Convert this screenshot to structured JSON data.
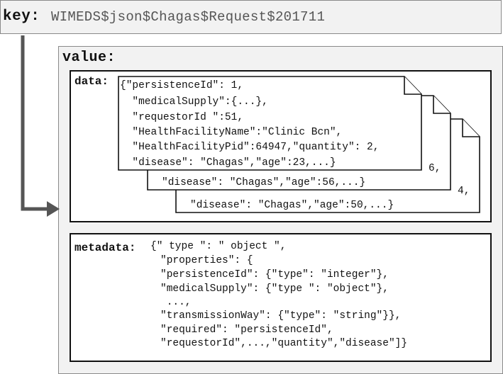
{
  "key": {
    "label": "key:",
    "value": "WIMEDS$json$Chagas$Request$201711"
  },
  "value": {
    "label": "value:",
    "data": {
      "label": "data:",
      "document_front": [
        "{\"persistenceId\": 1,",
        "  \"medicalSupply\":{...},",
        "  \"requestorId \":51,",
        "  \"HealthFacilityName\":\"Clinic Bcn\",",
        "  \"HealthFacilityPid\":64947,\"quantity\": 2,",
        "  \"disease\": \"Chagas\",\"age\":23,...}"
      ],
      "document_middle": {
        "partial_quantity": "6,",
        "disease_line": "\"disease\": \"Chagas\",\"age\":56,...}"
      },
      "document_back": {
        "partial_quantity": "4,",
        "disease_line": "\"disease\": \"Chagas\",\"age\":50,...}"
      }
    },
    "metadata": {
      "label": "metadata:",
      "lines": [
        "{\" type \": \" object \",",
        "\"properties\": {",
        "\"persistenceId\": {\"type\": \"integer\"},",
        "\"medicalSupply\": {\"type \": \"object\"},",
        " ...,",
        "\"transmissionWay\": {\"type\": \"string\"}},",
        "\"required\": \"persistenceId\",",
        "\"requestorId\",...,\"quantity\",\"disease\"]}"
      ]
    }
  },
  "colors": {
    "panel_gray": "#f2f2f2",
    "arrow": "#555555",
    "ink": "#111111"
  }
}
